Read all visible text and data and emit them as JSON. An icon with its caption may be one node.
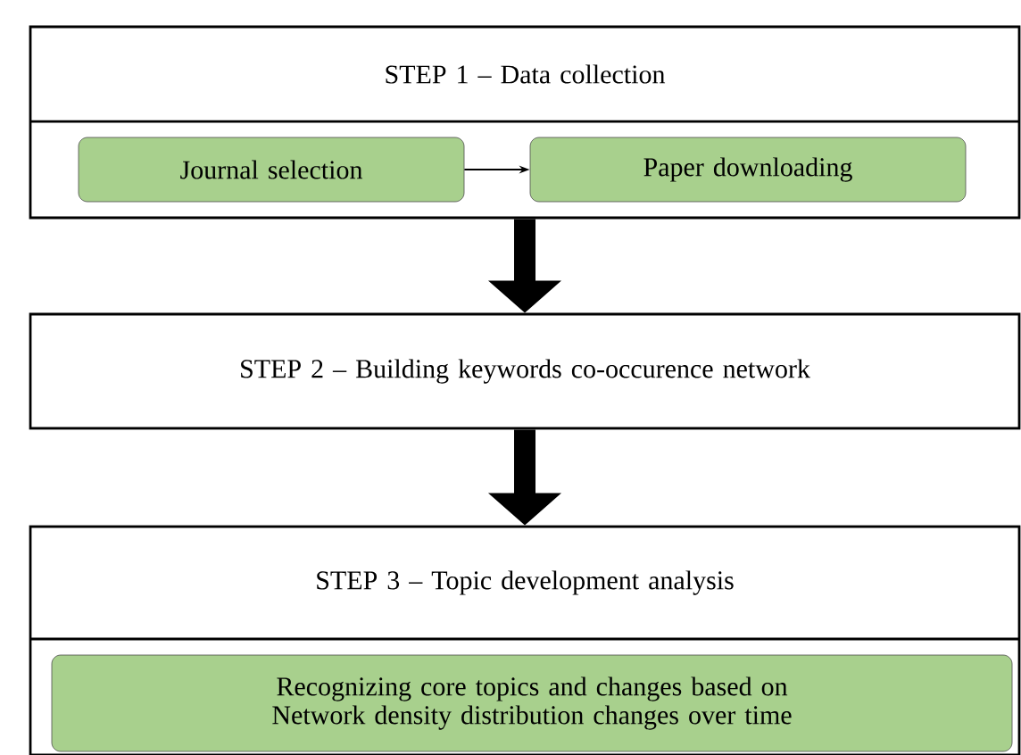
{
  "diagram": {
    "nodes": [
      {
        "text": [
          "STEP 1 – Data collection"
        ]
      },
      {
        "text": [
          "Journal selection"
        ],
        "in": 0
      },
      {
        "text": [
          "Paper downloading"
        ],
        "in": 0
      },
      {
        "text": [
          "STEP 2 – Building keywords co-occurence network"
        ]
      },
      {
        "text": [
          "STEP 3 – Topic development analysis"
        ]
      },
      {
        "text": [
          "Recognizing core topics and changes based on Network density distribution changes over time"
        ],
        "in": 4
      }
    ],
    "edges": [
      {
        "from": 1,
        "to": 2,
        "arrow": "to"
      },
      {
        "from": 0,
        "to": 3,
        "arrow": "to"
      },
      {
        "from": 3,
        "to": 4,
        "arrow": "to"
      }
    ]
  }
}
